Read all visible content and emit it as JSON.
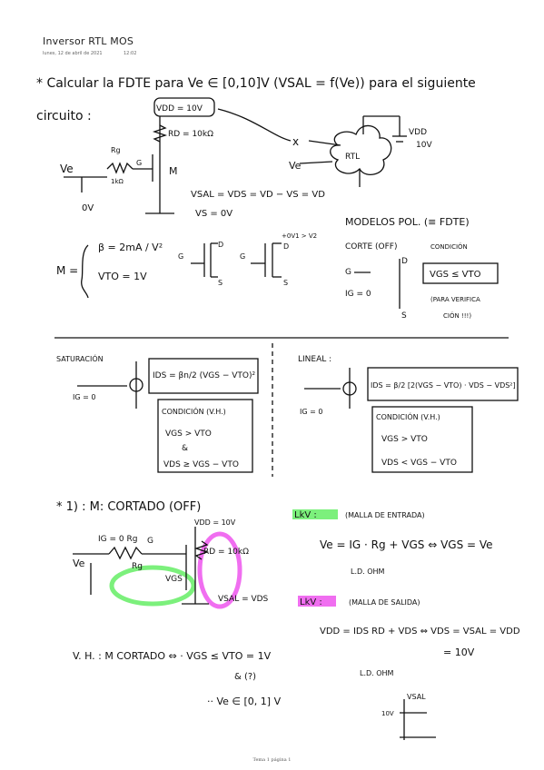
{
  "header": {
    "title": "Inversor RTL MOS",
    "date": "lunes, 12 de abril de 2021",
    "time": "12:02"
  },
  "footer": {
    "page_label": "Tema 1 página 1"
  },
  "notes": {
    "task_line1": "* Calcular la FDTE para Ve ∈ [0,10]V (VSAL = f(Ve)) para el siguiente",
    "task_line2": "circuito :",
    "vdd_label": "VDD = 10V",
    "rd_label": "RD = 10kΩ",
    "rg_label": "Rg",
    "rg_value": "1kΩ",
    "g_label": "G",
    "m_label": "M",
    "ve_label": "Ve",
    "ov_label": "0V",
    "vsal_eq": "VSAL = VDS = VD − VS = VD",
    "vs_eq": "VS = 0V",
    "x_label": "x",
    "rtl_label": "RTL",
    "rtl_ve": "Ve",
    "vdd_right": "VDD",
    "vdd_right_val": "10V",
    "m_eq_label": "M =",
    "beta_label": "β = 2mA / V²",
    "vto_label": "VTO = 1V",
    "d_label": "D",
    "s_label": "S",
    "vd_small": "+0V1 > V2",
    "models_title": "MODELOS POL. (≡ FDTE)",
    "corte_title": "CORTE (OFF)",
    "condicion": "CONDICIÓN",
    "corte_cond": "VGS ≤ VTO",
    "corte_note1": "(PARA VERIFICA",
    "corte_note2": "CIÓN !!!)",
    "ig_zero": "IG = 0",
    "sat_title": "SATURACIÓN",
    "sat_eq": "IDS = βn/2 (VGS − VTO)²",
    "sat_cond_title": "CONDICIÓN (V.H.)",
    "sat_cond1": "VGS > VTO",
    "sat_and": "&",
    "sat_cond2": "VDS ≥ VGS − VTO",
    "lin_title": "LINEAL :",
    "lin_eq": "IDS = β/2 [2(VGS − VTO) · VDS − VDS²]",
    "lin_cond_title": "CONDICIÓN (V.H.)",
    "lin_cond1": "VGS > VTO",
    "lin_cond2": "VDS < VGS − VTO",
    "case1_title": "* 1) : M: CORTADO (OFF)",
    "case1_ig": "IG = 0 Rg",
    "case1_vdd": "VDD = 10V",
    "case1_rd": "RD = 10kΩ",
    "case1_vgs": "VGS",
    "case1_vsal": "VSAL = VDS",
    "lkv1_title": "LkV :",
    "lkv1_sub": "(MALLA DE ENTRADA)",
    "lkv1_eq": "Ve = IG · Rg + VGS ⇔ VGS = Ve",
    "lkv1_ohm": "L.D. OHM",
    "lkv2_title": "LkV :",
    "lkv2_sub": "(MALLA DE SALIDA)",
    "lkv2_eq": "VDD = IDS RD + VDS ⇔ VDS = VSAL = VDD",
    "lkv2_result": "= 10V",
    "lkv2_ohm": "L.D. OHM",
    "vh1_line1": "V. H. : M CORTADO ⇔ · VGS ≤ VTO = 1V",
    "vh1_and": "& (?)",
    "vh1_line2": "·· Ve ∈ [0, 1] V",
    "graph_vsal": "VSAL",
    "graph_10v": "10V"
  },
  "colors": {
    "green_highlight": "#7CF07C",
    "pink_highlight": "#F06EF0",
    "ink": "#111111"
  }
}
